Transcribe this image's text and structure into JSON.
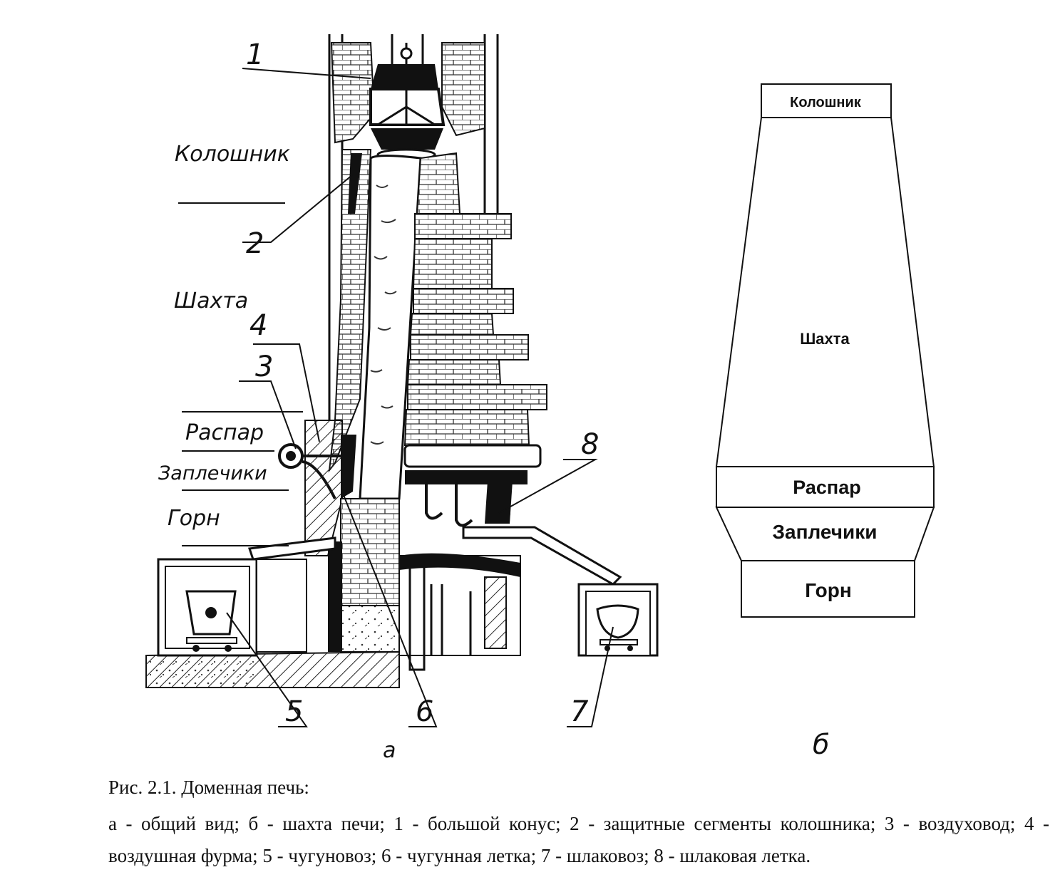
{
  "view_a": {
    "zone_labels": [
      "Колошник",
      "Шахта",
      "Распар",
      "Заплечики",
      "Горн"
    ],
    "callouts": [
      "1",
      "2",
      "3",
      "4",
      "5",
      "6",
      "7",
      "8"
    ],
    "sublabel": "а"
  },
  "view_b": {
    "zones": [
      "Колошник",
      "Шахта",
      "Распар",
      "Заплечики",
      "Горн"
    ],
    "sublabel": "б"
  },
  "caption": {
    "title": "Рис. 2.1. Доменная печь:",
    "body": "а - общий вид; б - шахта печи; 1 - большой конус; 2 - защитные сегменты колошника; 3 - воздуховод; 4 - воздушная фурма; 5 - чугуновоз; 6 - чугунная летка; 7 - шлаковоз; 8 - шлаковая летка."
  }
}
